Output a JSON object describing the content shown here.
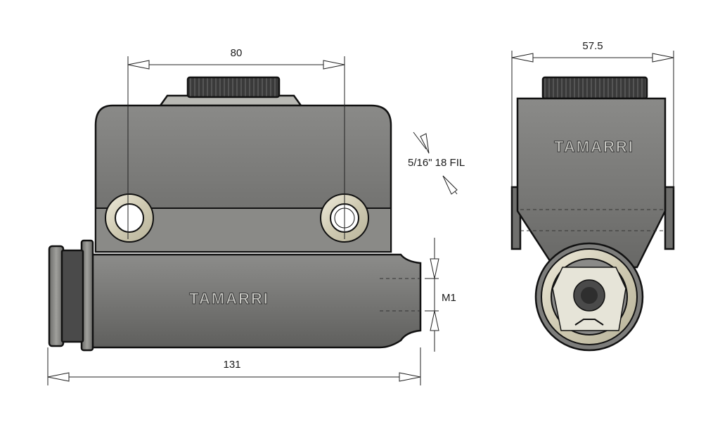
{
  "dimensions": {
    "top_width": "80",
    "total_length": "131",
    "side_width": "57.5",
    "thread": "5/16\" 18 FIL",
    "bore": "M1"
  },
  "branding": {
    "front_logo": "TAMARRI",
    "side_logo": "TAMARRI"
  },
  "colors": {
    "body": "#7b7b79",
    "body_dark": "#5f5f5d",
    "cap": "#3f3f3f",
    "ring": "#d7d3bf",
    "outline": "#111111"
  }
}
